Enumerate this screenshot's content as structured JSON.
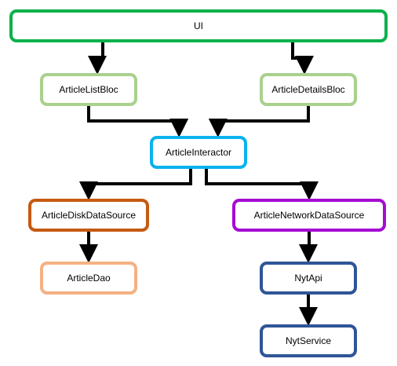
{
  "nodes": {
    "ui": {
      "label": "UI",
      "color": "#0DB14B"
    },
    "article_list_bloc": {
      "label": "ArticleListBloc",
      "color": "#A9D18E"
    },
    "article_details_bloc": {
      "label": "ArticleDetailsBloc",
      "color": "#A9D18E"
    },
    "article_interactor": {
      "label": "ArticleInteractor",
      "color": "#0BB2EE"
    },
    "article_disk_data_source": {
      "label": "ArticleDiskDataSource",
      "color": "#C55A11"
    },
    "article_network_data_source": {
      "label": "ArticleNetworkDataSource",
      "color": "#A50BD3"
    },
    "article_dao": {
      "label": "ArticleDao",
      "color": "#F4B183"
    },
    "nyt_api": {
      "label": "NytApi",
      "color": "#2F5597"
    },
    "nyt_service": {
      "label": "NytService",
      "color": "#2F5597"
    }
  },
  "edges": [
    {
      "from": "ui",
      "to": "article_list_bloc"
    },
    {
      "from": "ui",
      "to": "article_details_bloc"
    },
    {
      "from": "article_list_bloc",
      "to": "article_interactor"
    },
    {
      "from": "article_details_bloc",
      "to": "article_interactor"
    },
    {
      "from": "article_interactor",
      "to": "article_disk_data_source"
    },
    {
      "from": "article_interactor",
      "to": "article_network_data_source"
    },
    {
      "from": "article_disk_data_source",
      "to": "article_dao"
    },
    {
      "from": "article_network_data_source",
      "to": "nyt_api"
    },
    {
      "from": "nyt_api",
      "to": "nyt_service"
    }
  ],
  "colors": {
    "edge": "#000000"
  }
}
